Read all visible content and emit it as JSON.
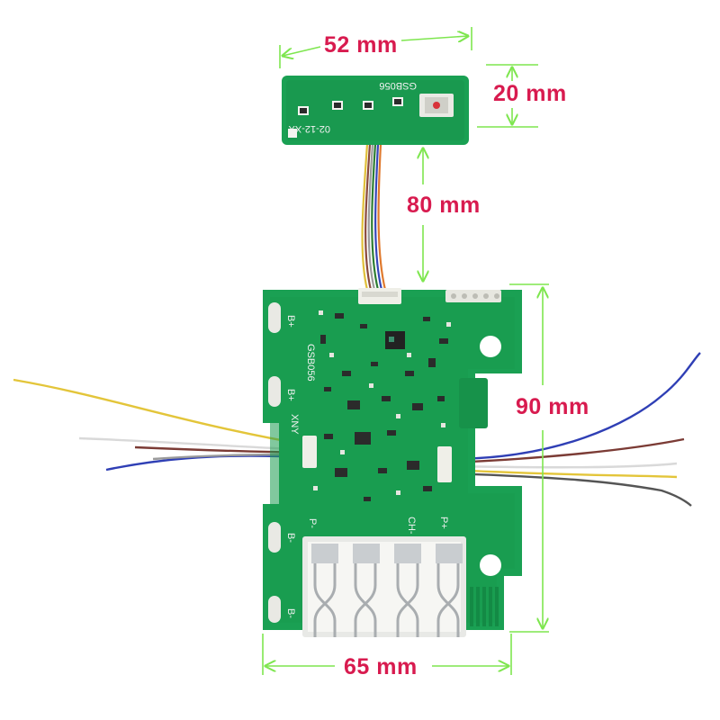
{
  "colors": {
    "pcb": "#1aa053",
    "pcb_dark": "#138a45",
    "silkscreen": "#f2f2f2",
    "dimension_line": "#7ee64f",
    "dimension_text": "#d81b4f",
    "contact_metal": "#c9cdd0"
  },
  "dimensions": {
    "top_board_width": "52 mm",
    "top_board_height": "20 mm",
    "cable_length": "80 mm",
    "main_board_height": "90 mm",
    "main_board_width": "65 mm"
  },
  "top_board": {
    "model_text": "GSB056",
    "date_text": "02-12-XX"
  },
  "main_board": {
    "model_text": "GSB056",
    "pad_labels": [
      "B+",
      "B+",
      "B-",
      "B-"
    ],
    "terminal_labels": [
      "P-",
      "CH-",
      "P+"
    ],
    "side_label": "XNY"
  }
}
